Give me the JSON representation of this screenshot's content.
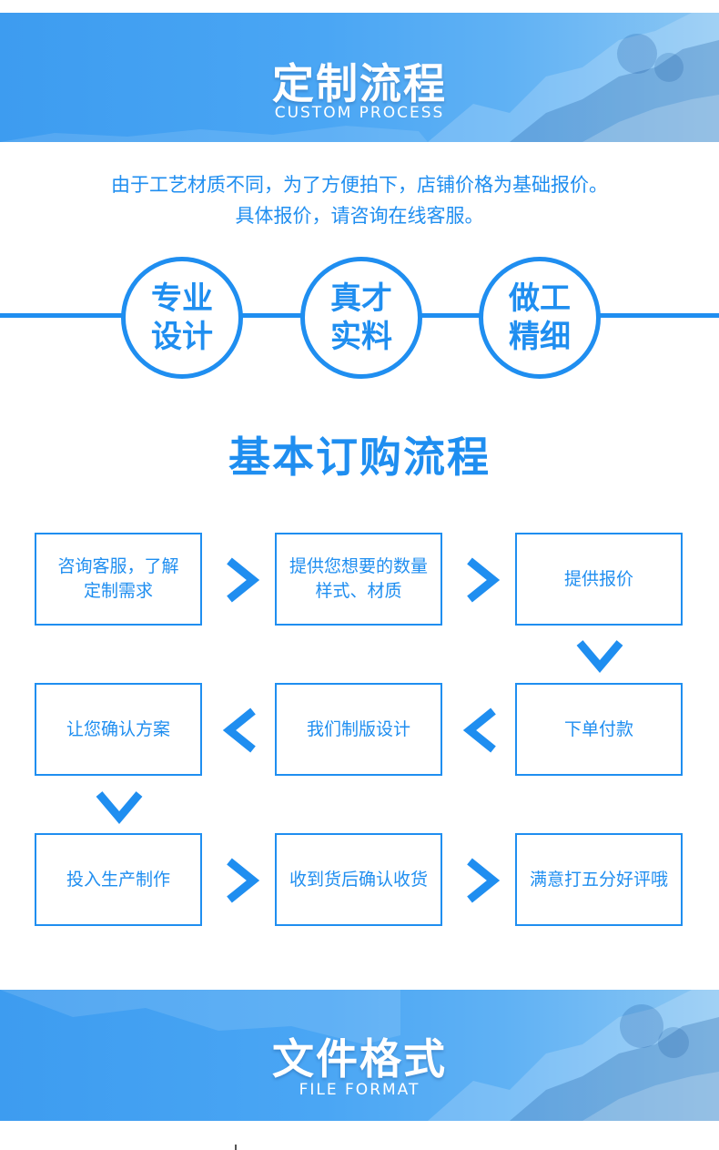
{
  "banner_top": {
    "title": "定制流程",
    "subtitle": "CUSTOM PROCESS"
  },
  "intro": {
    "line1": "由于工艺材质不同，为了方便拍下，店铺价格为基础报价。",
    "line2": "具体报价，请咨询在线客服。"
  },
  "features": [
    {
      "line1": "专业",
      "line2": "设计"
    },
    {
      "line1": "真才",
      "line2": "实料"
    },
    {
      "line1": "做工",
      "line2": "精细"
    }
  ],
  "process_title": "基本订购流程",
  "steps": [
    {
      "line1": "咨询客服，了解",
      "line2": "定制需求"
    },
    {
      "line1": "提供您想要的数量",
      "line2": "样式、材质"
    },
    {
      "line1": "提供报价",
      "line2": ""
    },
    {
      "line1": "让您确认方案",
      "line2": ""
    },
    {
      "line1": "我们制版设计",
      "line2": ""
    },
    {
      "line1": "下单付款",
      "line2": ""
    },
    {
      "line1": "投入生产制作",
      "line2": ""
    },
    {
      "line1": "收到货后确认收货",
      "line2": ""
    },
    {
      "line1": "满意打五分好评哦",
      "line2": ""
    }
  ],
  "banner_bottom": {
    "title": "文件格式",
    "subtitle": "FILE FORMAT"
  },
  "colors": {
    "accent": "#1f8ef0",
    "banner": "#4aa6f4"
  },
  "icons": {
    "arrow_right": "chevron-right-icon",
    "arrow_left": "chevron-left-icon",
    "arrow_down": "chevron-down-icon"
  }
}
